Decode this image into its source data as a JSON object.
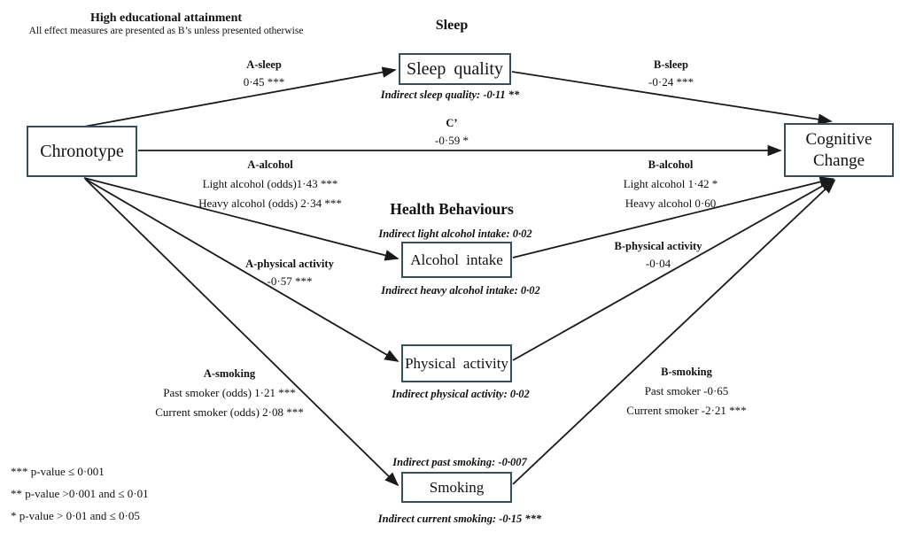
{
  "title": "High educational attainment",
  "subtitle": "All effect measures are presented as B’s unless presented otherwise",
  "sections": {
    "sleep": "Sleep",
    "health": "Health Behaviours"
  },
  "nodes": {
    "chronotype": "Chronotype",
    "sleep_quality": "Sleep quality",
    "alcohol": "Alcohol intake",
    "physical": "Physical activity",
    "smoking": "Smoking",
    "cognitive": "Cognitive Change"
  },
  "paths": {
    "a_sleep": {
      "label": "A-sleep",
      "value": "0·45 ***"
    },
    "b_sleep": {
      "label": "B-sleep",
      "value": "-0·24 ***"
    },
    "c_prime": {
      "label": "C’",
      "value": "-0·59 *"
    },
    "a_alcohol": {
      "label": "A-alcohol",
      "line1": "Light alcohol (odds)1·43 ***",
      "line2": "Heavy alcohol (odds) 2·34 ***"
    },
    "b_alcohol": {
      "label": "B-alcohol",
      "line1": "Light alcohol 1·42 *",
      "line2": "Heavy alcohol 0·60"
    },
    "a_physical": {
      "label": "A-physical activity",
      "value": "-0·57 ***"
    },
    "b_physical": {
      "label": "B-physical activity",
      "value": "-0·04"
    },
    "a_smoking": {
      "label": "A-smoking",
      "line1": "Past smoker (odds) 1·21 ***",
      "line2": "Current smoker (odds) 2·08 ***"
    },
    "b_smoking": {
      "label": "B-smoking",
      "line1": "Past smoker -0·65",
      "line2": "Current smoker -2·21 ***"
    }
  },
  "indirect": {
    "sleep": "Indirect sleep quality: -0·11 **",
    "light_alcohol": "Indirect light alcohol intake: 0·02",
    "heavy_alcohol": "Indirect heavy alcohol intake: 0·02",
    "physical": "Indirect physical activity: 0·02",
    "past_smoking": "Indirect past smoking: -0·007",
    "current_smoking": "Indirect current smoking: -0·15 ***"
  },
  "legend": {
    "lines": [
      "*** p-value ≤ 0·001",
      "** p-value >0·001 and ≤ 0·01",
      "* p-value > 0·01 and  ≤ 0·05"
    ]
  },
  "colors": {
    "box_border": "#35505c",
    "arrow": "#1a1a1a",
    "text": "#111111"
  }
}
